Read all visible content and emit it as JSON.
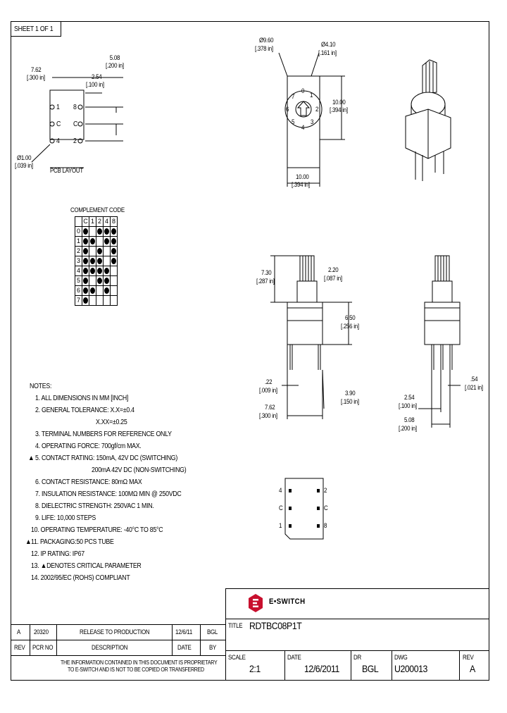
{
  "sheet": "SHEET 1 OF 1",
  "pcb": {
    "dims": {
      "d508": "5.08",
      "d508in": "[.200 in]",
      "d762": "7.62",
      "d762in": "[.300 in]",
      "d254": "2.54",
      "d254in": "[.100 in]",
      "hole": "Ø1.00",
      "holein": "[.039 in]"
    },
    "pins": [
      "1",
      "8",
      "C",
      "C",
      "4",
      "2"
    ],
    "label": "PCB LAYOUT"
  },
  "top_view": {
    "d960": "Ø9.60",
    "d960in": "[.378 in]",
    "d410": "Ø4.10",
    "d410in": "[.161 in]",
    "h1000": "10.00",
    "h1000in": "[.394 in]",
    "w1000": "10.00",
    "w1000in": "[.394 in]",
    "dial": [
      "0",
      "1",
      "2",
      "3",
      "4",
      "5",
      "6",
      "7"
    ]
  },
  "complement": {
    "title": "COMPLEMENT CODE",
    "headers": [
      "",
      "C",
      "1",
      "2",
      "4",
      "8"
    ],
    "rows": [
      {
        "label": "0",
        "dots": [
          1,
          0,
          1,
          1,
          1
        ]
      },
      {
        "label": "1",
        "dots": [
          1,
          1,
          0,
          1,
          1
        ]
      },
      {
        "label": "2",
        "dots": [
          1,
          0,
          1,
          0,
          1
        ]
      },
      {
        "label": "3",
        "dots": [
          1,
          1,
          1,
          0,
          1
        ]
      },
      {
        "label": "4",
        "dots": [
          1,
          1,
          1,
          1,
          0
        ]
      },
      {
        "label": "5",
        "dots": [
          1,
          0,
          1,
          1,
          0
        ]
      },
      {
        "label": "6",
        "dots": [
          1,
          1,
          0,
          1,
          0
        ]
      },
      {
        "label": "7",
        "dots": [
          1,
          0,
          0,
          0,
          0
        ]
      }
    ]
  },
  "side_view": {
    "d730": "7.30",
    "d730in": "[.287 in]",
    "d220": "2.20",
    "d220in": "[.087 in]",
    "d650": "6.50",
    "d650in": "[.256 in]",
    "d22": ".22",
    "d22in": "[.009 in]",
    "d390": "3.90",
    "d390in": "[.150 in]",
    "d762": "7.62",
    "d762in": "[.300 in]"
  },
  "front_view": {
    "d54": ".54",
    "d54in": "[.021 in]",
    "d254": "2.54",
    "d254in": "[.100 in]",
    "d508": "5.08",
    "d508in": "[.200 in]"
  },
  "bottom_view": {
    "left": [
      "4",
      "C",
      "1"
    ],
    "right": [
      "2",
      "C",
      "8"
    ]
  },
  "notes": {
    "heading": "NOTES:",
    "items": [
      "1. ALL DIMENSIONS IN MM [INCH]",
      "2. GENERAL TOLERANCE: X.X=±0.4",
      "X.XX=±0.25",
      "3. TERMINAL NUMBERS FOR REFERENCE ONLY",
      "4. OPERATING FORCE: 700gf/cm MAX.",
      "5. CONTACT RATING: 150mA, 42V DC (SWITCHING)",
      "200mA 42V DC (NON-SWITCHING)",
      "6. CONTACT RESISTANCE: 80mΩ MAX",
      "7. INSULATION RESISTANCE: 100MΩ MIN @ 250VDC",
      "8. DIELECTRIC STRENGTH: 250VAC 1 MIN.",
      "9. LIFE: 10,000 STEPS",
      "10. OPERATING TEMPERATURE: -40°C TO 85°C",
      "11. PACKAGING:50 PCS TUBE",
      "12. IP RATING: IP67",
      "13. ▲DENOTES CRITICAL PARAMETER",
      "14. 2002/95/EC (ROHS) COMPLIANT"
    ]
  },
  "revision": {
    "rev": "A",
    "pcr": "20320",
    "description": "RELEASE TO PRODUCTION",
    "date": "12/6/11",
    "by": "BGL",
    "headers": {
      "rev": "REV",
      "pcr": "PCR NO",
      "description": "DESCRIPTION",
      "date": "DATE",
      "by": "BY"
    },
    "proprietary1": "THE INFORMATION CONTAINED IN THIS DOCUMENT IS PROPRIETARY",
    "proprietary2": "TO E-SWITCH AND IS NOT TO BE COPIED OR TRANSFERRED"
  },
  "title_block": {
    "brand": "E•SWITCH",
    "title_label": "TITLE",
    "title": "RDTBC08P1T",
    "scale_label": "SCALE",
    "scale": "2:1",
    "date_label": "DATE",
    "date": "12/6/2011",
    "dr_label": "DR",
    "dr": "BGL",
    "dwg_label": "DWG",
    "dwg": "U200013",
    "rev_label": "REV",
    "rev": "A"
  }
}
